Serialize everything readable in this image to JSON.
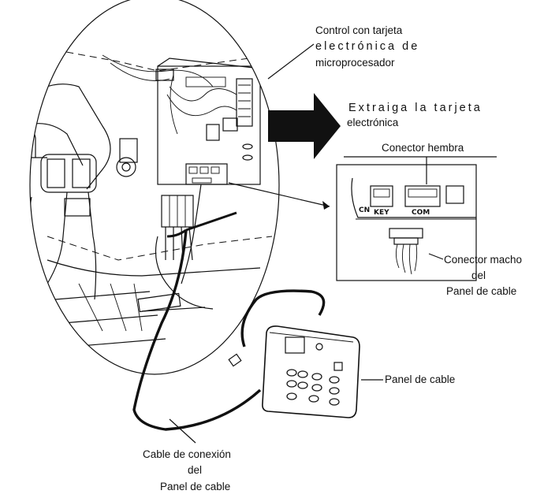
{
  "labels": {
    "control_line1": "Control con tarjeta",
    "control_line2": "electrónica de",
    "control_line3": "microprocesador",
    "extract_line1": "Extraiga la tarjeta",
    "extract_line2": "electrónica",
    "female_connector": "Conector hembra",
    "key_port": "KEY",
    "com_port": "COM",
    "male_line1": "Conector macho",
    "male_line2": "del",
    "male_line3": "Panel de cable",
    "panel": "Panel de cable",
    "cable_line1": "Cable de conexión",
    "cable_line2": "del",
    "cable_line3": "Panel de cable"
  },
  "icons": {
    "removal_arrow": "arrow-right-icon"
  }
}
